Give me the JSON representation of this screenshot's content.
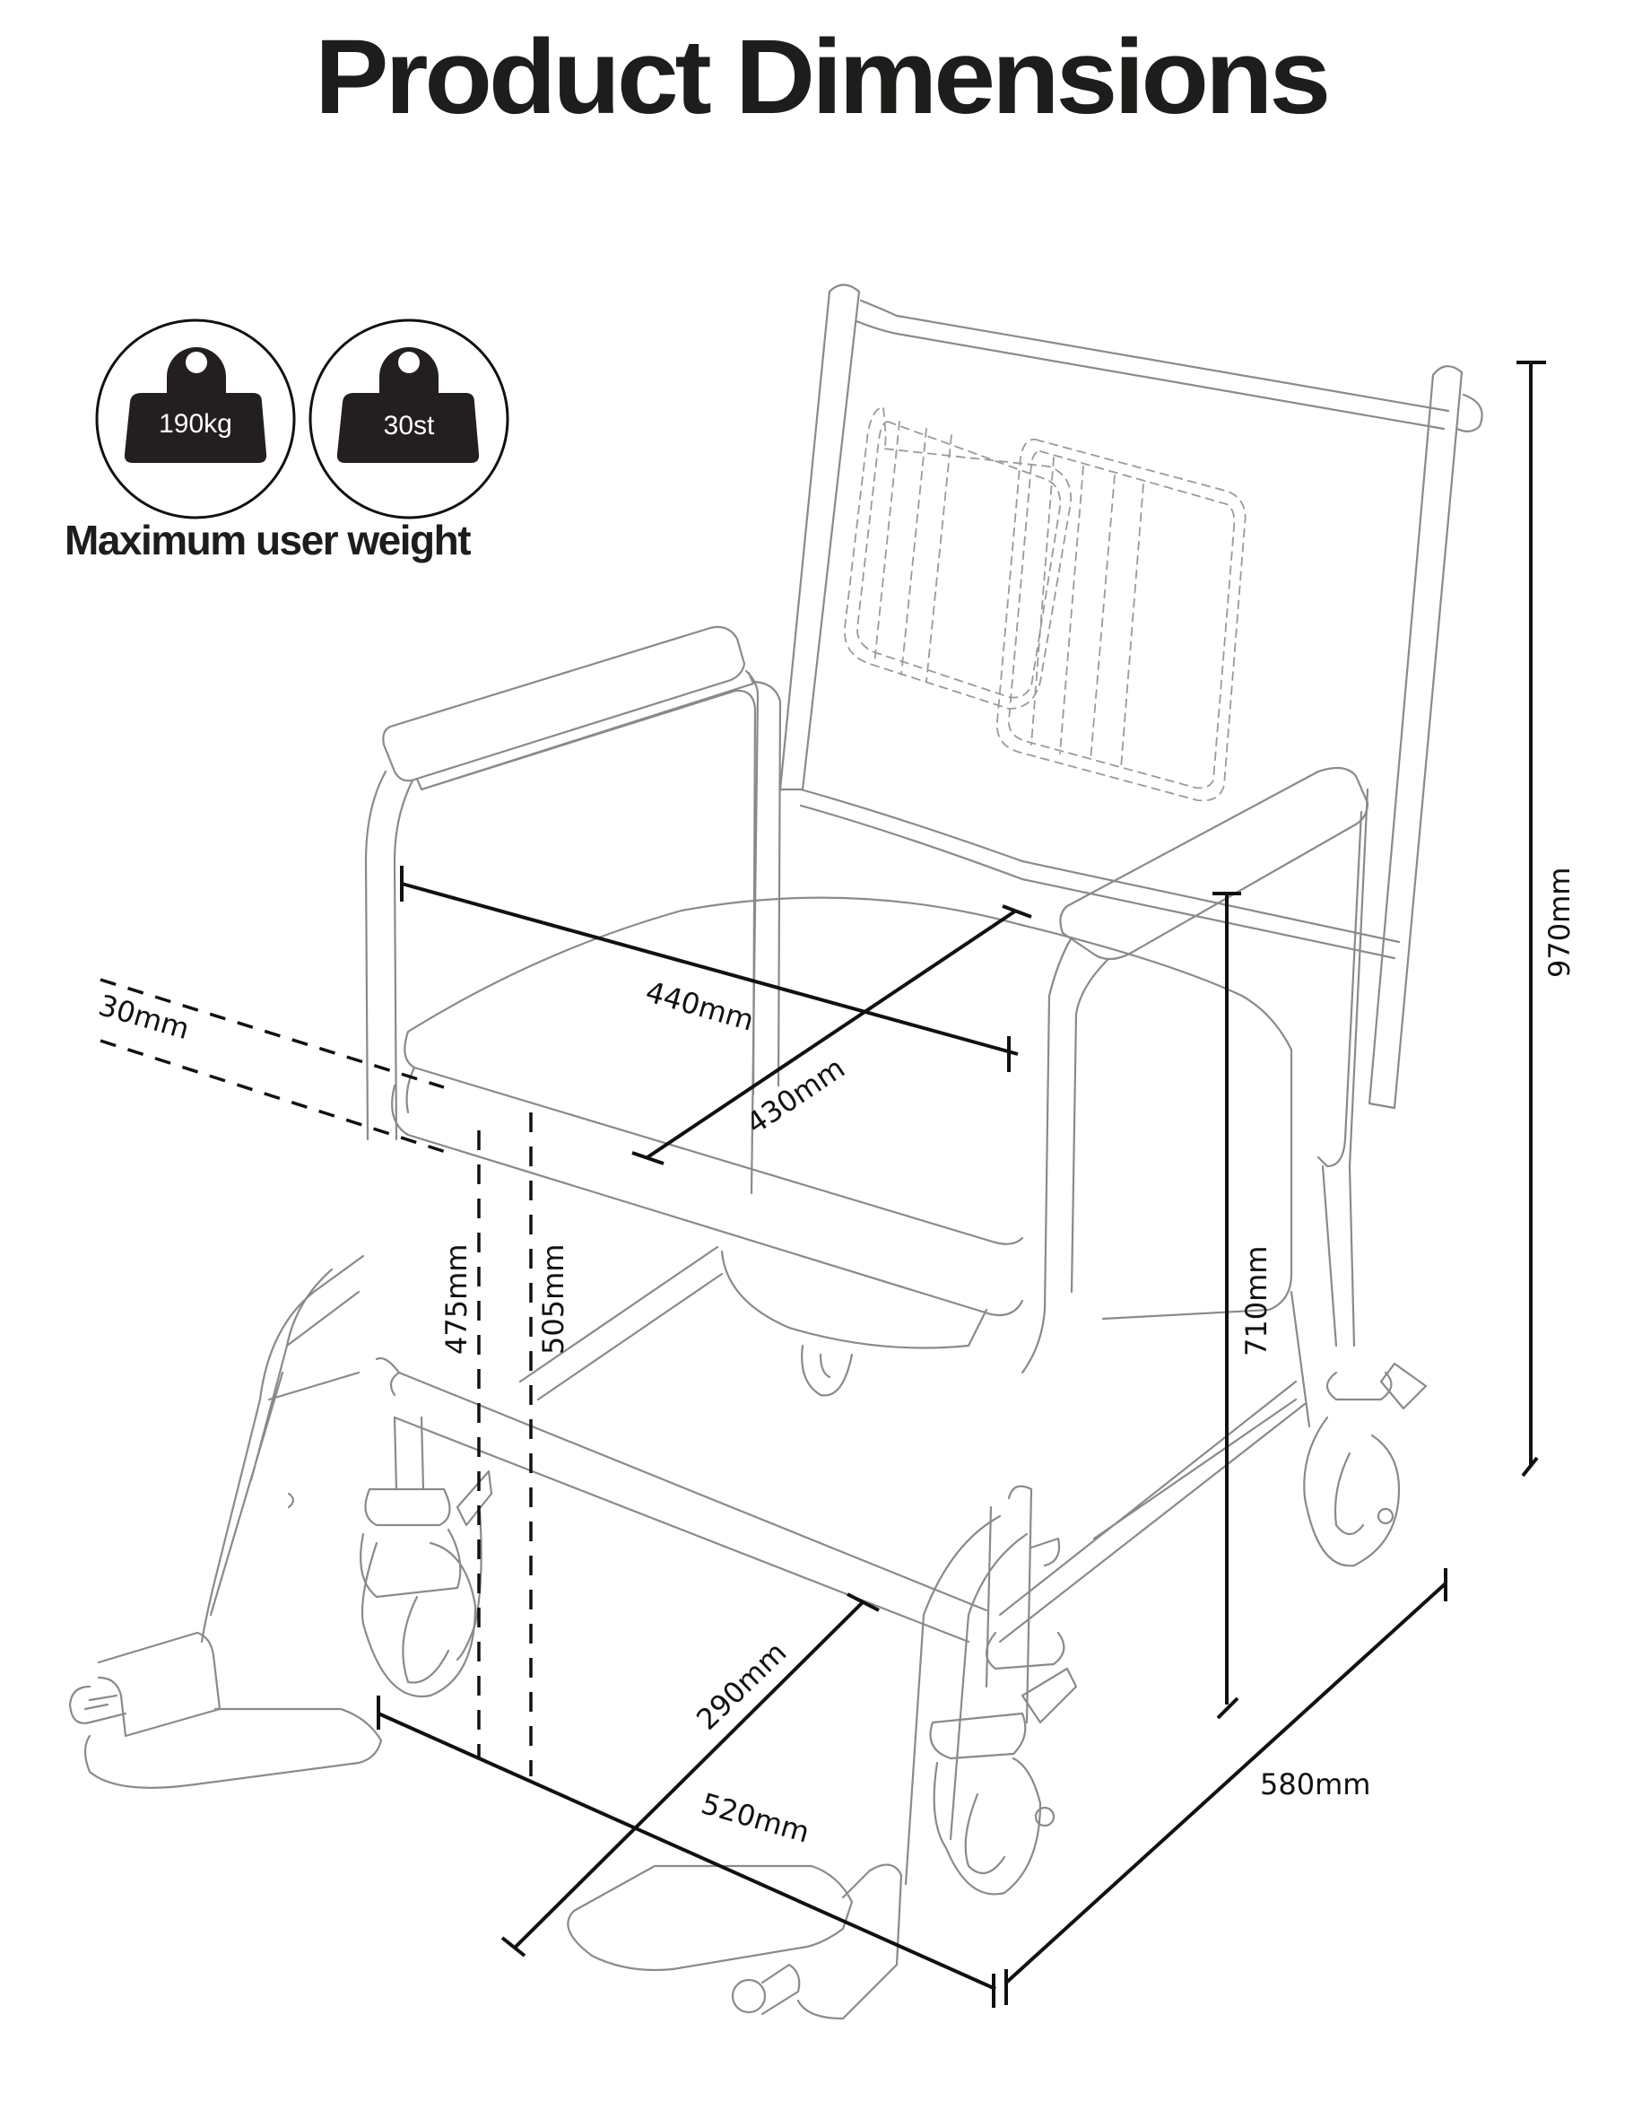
{
  "title": "Product Dimensions",
  "max_weight": {
    "caption": "Maximum user weight",
    "badges": [
      {
        "label": "190kg",
        "icon": "weight-icon"
      },
      {
        "label": "30st",
        "icon": "weight-icon"
      }
    ]
  },
  "product": "Mobile commode / shower chair with armrests, padded backrest, removable footrests and lockable castor wheels",
  "dimensions": {
    "seat_width": "440mm",
    "seat_depth": "430mm",
    "cushion_thickness": "30mm",
    "seat_height_without_cushion": "475mm",
    "seat_height_with_cushion": "505mm",
    "armrest_height": "710mm",
    "overall_height": "970mm",
    "overall_width": "520mm",
    "overall_depth": "580mm",
    "footrest_depth": "290mm"
  },
  "colors": {
    "text": "#1d1d1b",
    "dimension_line": "#111111",
    "drawing_line": "#8a8a8a",
    "badge_fill": "#231f20"
  }
}
